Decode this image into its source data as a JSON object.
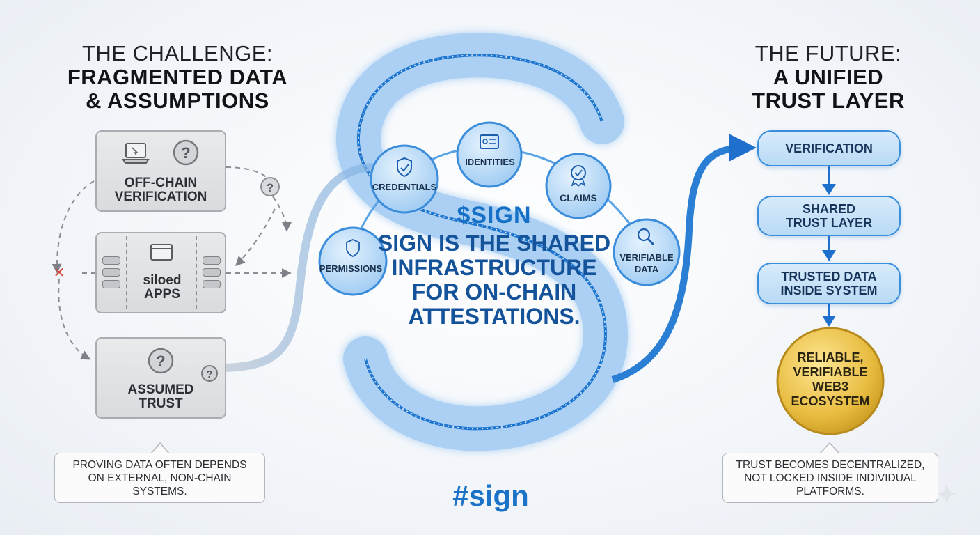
{
  "left_heading": {
    "line1": "THE CHALLENGE:",
    "line2": "FRAGMENTED DATA",
    "line3": "& ASSUMPTIONS"
  },
  "right_heading": {
    "line1": "THE FUTURE:",
    "line2": "A UNIFIED",
    "line3": "TRUST LAYER"
  },
  "challenges": [
    {
      "label_line1": "OFF-CHAIN",
      "label_line2": "VERIFICATION",
      "icon": "laptop-icon"
    },
    {
      "label_line1": "siloed",
      "label_line2": "APPS",
      "icon": "browser-window-icon"
    },
    {
      "label_line1": "ASSUMED",
      "label_line2": "TRUST",
      "icon": "question-mark-icon"
    }
  ],
  "left_note": {
    "line1": "PROVING DATA OFTEN DEPENDS",
    "line2": "ON EXTERNAL, NON-CHAIN",
    "line3": "SYSTEMS."
  },
  "center": {
    "token": "$SIGN",
    "tagline": [
      "SIGN IS THE SHARED",
      "INFRASTRUCTURE",
      "FOR ON-CHAIN",
      "ATTESTATIONS."
    ],
    "hashtag": "#sign"
  },
  "attestation_types": [
    {
      "label": [
        "PERMISSIONS"
      ],
      "icon": "shield-check-icon"
    },
    {
      "label": [
        "CREDENTIALS"
      ],
      "icon": "shield-check-icon"
    },
    {
      "label": [
        "IDENTITIES"
      ],
      "icon": "id-card-icon"
    },
    {
      "label": [
        "CLAIMS"
      ],
      "icon": "badge-icon"
    },
    {
      "label": [
        "VERIFIABLE",
        "DATA"
      ],
      "icon": "magnifier-icon"
    }
  ],
  "future_steps": [
    {
      "line1": "VERIFICATION",
      "line2": ""
    },
    {
      "line1": "SHARED",
      "line2": "TRUST LAYER"
    },
    {
      "line1": "TRUSTED DATA",
      "line2": "INSIDE SYSTEM"
    }
  ],
  "outcome": {
    "lines": [
      "RELIABLE,",
      "VERIFIABLE",
      "WEB3",
      "ECOSYSTEM"
    ]
  },
  "right_note": {
    "line1": "TRUST BECOMES DECENTRALIZED,",
    "line2": "NOT LOCKED INSIDE INDIVIDUAL",
    "line3": "PLATFORMS."
  },
  "colors": {
    "accent_blue": "#2f86d6",
    "dark_blue": "#14539a",
    "gold": "#d9a92a",
    "gray_box": "#dcdee1"
  }
}
